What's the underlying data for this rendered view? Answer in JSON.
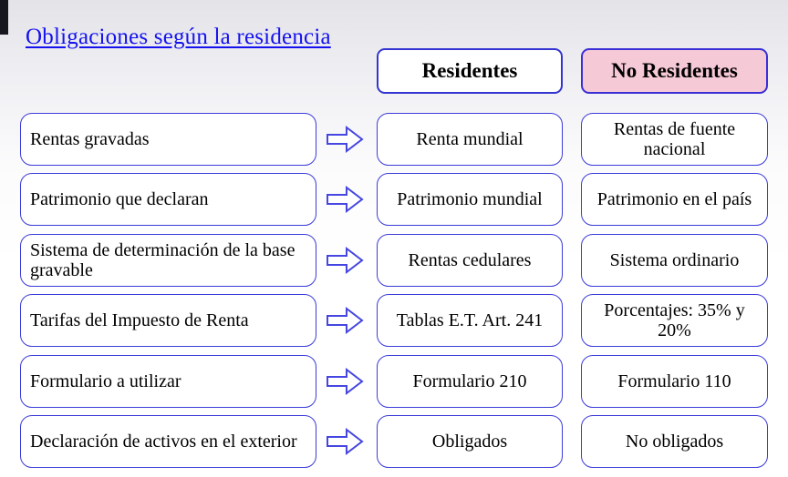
{
  "title": "Obligaciones según la residencia",
  "headers": {
    "residentes": "Residentes",
    "no_residentes": "No Residentes"
  },
  "rows": [
    {
      "label": "Rentas gravadas",
      "residentes": "Renta mundial",
      "no_residentes": "Rentas de fuente nacional"
    },
    {
      "label": "Patrimonio que declaran",
      "residentes": "Patrimonio mundial",
      "no_residentes": "Patrimonio en el país"
    },
    {
      "label": "Sistema de determinación de la base gravable",
      "residentes": "Rentas cedulares",
      "no_residentes": "Sistema ordinario"
    },
    {
      "label": "Tarifas del Impuesto de Renta",
      "residentes": "Tablas E.T. Art. 241",
      "no_residentes": "Porcentajes: 35% y 20%"
    },
    {
      "label": "Formulario a utilizar",
      "residentes": "Formulario 210",
      "no_residentes": "Formulario 110"
    },
    {
      "label": "Declaración de activos en el exterior",
      "residentes": "Obligados",
      "no_residentes": "No obligados"
    }
  ],
  "icons": {
    "row_arrow": "arrow-right-icon"
  },
  "colors": {
    "title_blue": "#1412ee",
    "border_blue": "#3b3bd8",
    "header_pink": "#f6c9d6",
    "corner_dark": "#17171f",
    "background_top_gray": "#e3e3e8"
  }
}
